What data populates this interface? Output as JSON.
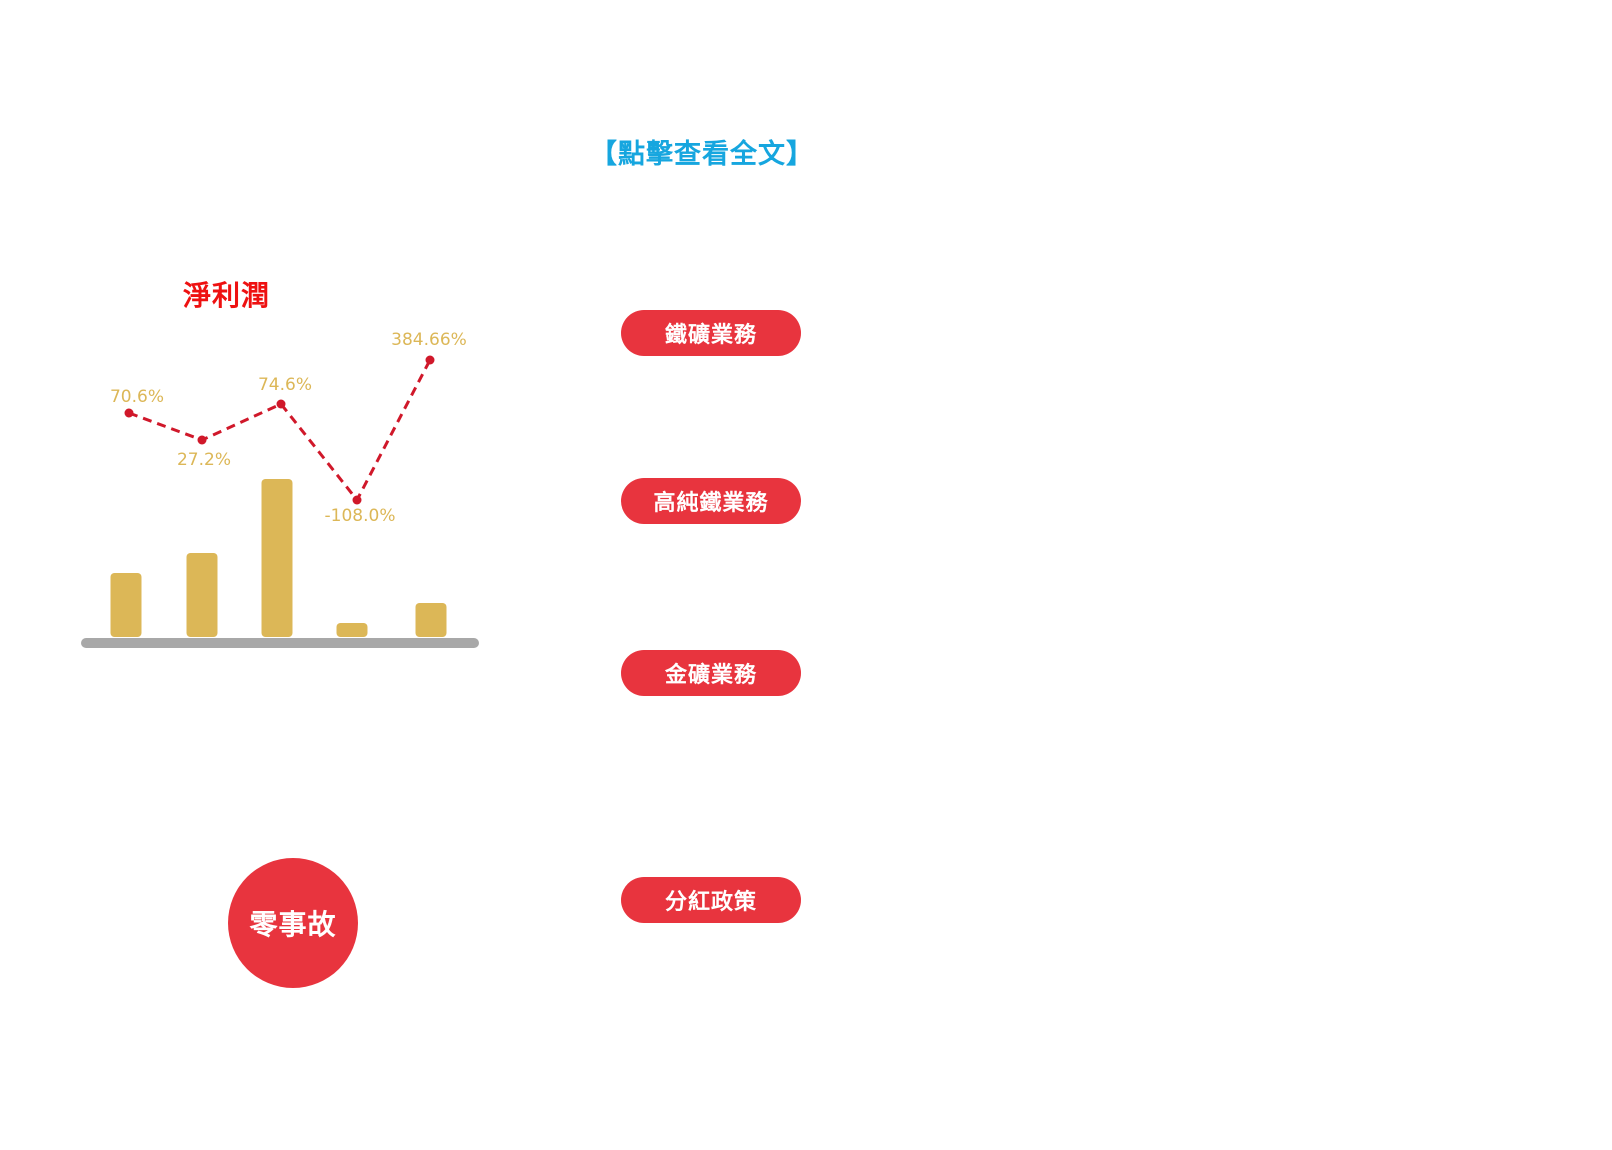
{
  "link": {
    "read_more": "【點擊查看全文】"
  },
  "chart_data": {
    "type": "bar+line",
    "title": "淨利潤",
    "bars": {
      "categories": [
        "",
        "",
        "",
        "",
        ""
      ],
      "values": [
        64,
        84,
        158,
        14,
        34
      ]
    },
    "line": {
      "values": [
        70.6,
        27.2,
        74.6,
        -108.0,
        384.66
      ],
      "labels": [
        "70.6%",
        "27.2%",
        "74.6%",
        "-108.0%",
        "384.66%"
      ]
    },
    "colors": {
      "bar": "#dcb757",
      "line": "#d0182a",
      "label": "#dcb757",
      "baseline": "#a8a8a8",
      "title": "#ee1111"
    },
    "grid": false
  },
  "buttons": {
    "iron_ore": "鐵礦業務",
    "high_purity_iron": "高純鐵業務",
    "gold_mine": "金礦業務",
    "dividend": "分紅政策"
  },
  "badge": {
    "zero_accident": "零事故"
  },
  "colors": {
    "accent_red": "#e8343e",
    "link_blue": "#16a6df"
  }
}
